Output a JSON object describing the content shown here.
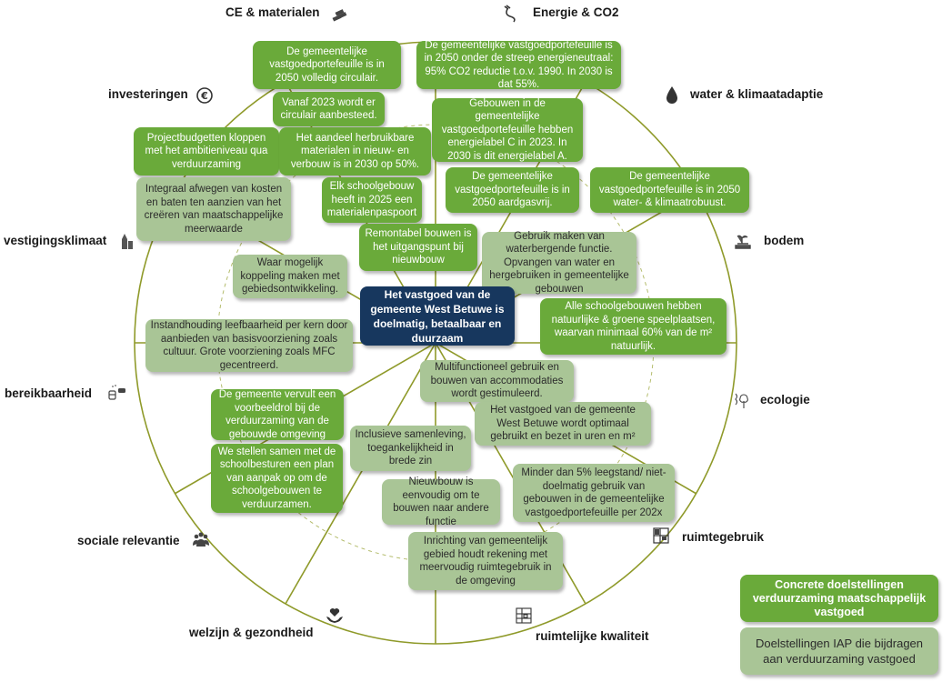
{
  "center": {
    "text": "Het vastgoed van de gemeente West Betuwe is doelmatig, betaalbaar en duurzaam"
  },
  "themes": [
    {
      "label": "CE & materialen",
      "icon": "bricks-icon"
    },
    {
      "label": "Energie & CO2",
      "icon": "plug-icon"
    },
    {
      "label": "water & klimaatadaptie",
      "icon": "water-drop-icon"
    },
    {
      "label": "bodem",
      "icon": "soil-icon"
    },
    {
      "label": "ecologie",
      "icon": "tree-icon"
    },
    {
      "label": "ruimtegebruik",
      "icon": "floorplan-icon"
    },
    {
      "label": "ruimtelijke kwaliteit",
      "icon": "grid-plan-icon"
    },
    {
      "label": "welzijn & gezondheid",
      "icon": "heart-hands-icon"
    },
    {
      "label": "sociale relevantie",
      "icon": "people-icon"
    },
    {
      "label": "bereikbaarheid",
      "icon": "bus-car-icon"
    },
    {
      "label": "vestigingsklimaat",
      "icon": "buildings-icon"
    },
    {
      "label": "investeringen",
      "icon": "euro-icon"
    }
  ],
  "goals": {
    "circulair_2050": "De gemeentelijke vastgoedportefeuille is in 2050 volledig circulair.",
    "energieneutraal": "De gemeentelijke vastgoedportefeuille is in 2050 onder de streep energieneutraal: 95% CO2 reductie t.o.v. 1990. In 2030 is dat 55%.",
    "circulair_aanbesteed": "Vanaf 2023 wordt er circulair aanbesteed.",
    "projectbudgetten": "Projectbudgetten kloppen met het ambitieniveau qua verduurzaming",
    "herbruikbare_materialen": "Het aandeel herbruikbare materialen in nieuw- en verbouw is in 2030 op 50%.",
    "energielabel": "Gebouwen in de gemeentelijke vastgoedportefeuille hebben energielabel C in 2023. In 2030 is dit energielabel A.",
    "integraal_afwegen": "Integraal afwegen van kosten en baten ten aanzien van het creëren van maatschappelijke meerwaarde",
    "materialenpaspoort": "Elk schoolgebouw heeft in 2025 een materialenpaspoort",
    "aardgasvrij": "De gemeentelijke vastgoedportefeuille is in 2050 aardgasvrij.",
    "klimaatrobuust": "De gemeentelijke vastgoedportefeuille is in 2050 water- & klimaatrobuust.",
    "remontabel": "Remontabel bouwen is het uitgangspunt bij nieuwbouw",
    "waterbergend": "Gebruik maken van waterbergende functie. Opvangen van water en hergebruiken in gemeentelijke gebouwen",
    "gebiedsontwikkeling": "Waar mogelijk koppeling maken met gebiedsontwikkeling.",
    "speelplaatsen": "Alle schoolgebouwen hebben natuurlijke & groene speelplaatsen, waarvan minimaal 60% van de m² natuurlijk.",
    "leefbaarheid": "Instandhouding leefbaarheid per kern door aanbieden van basisvoorziening zoals cultuur. Grote voorziening zoals MFC gecentreerd.",
    "multifunctioneel": "Multifunctioneel gebruik en bouwen van accommodaties wordt gestimuleerd.",
    "voorbeeldrol": "De gemeente vervult een voorbeeldrol bij de verduurzaming van de gebouwde omgeving",
    "optimaal_gebruikt": "Het vastgoed van de gemeente West Betuwe wordt optimaal gebruikt en bezet in uren en m²",
    "inclusieve": "Inclusieve samenleving, toegankelijkheid in brede zin",
    "schoolbesturen": "We stellen samen met de schoolbesturen een plan van aanpak op om de schoolgebouwen te verduurzamen.",
    "leegstand": "Minder dan 5% leegstand/ niet-doelmatig gebruik van gebouwen in de gemeentelijke vastgoedportefeuille per 202x",
    "nieuwbouw_eenvoudig": "Nieuwbouw is eenvoudig om te bouwen naar andere functie",
    "meervoudig": "Inrichting van gemeentelijk gebied houdt rekening met meervoudig ruimtegebruik in de omgeving"
  },
  "legend": {
    "concrete": "Concrete doelstellingen verduurzaming maatschappelijk vastgoed",
    "iap": "Doelstellingen IAP die bijdragen aan verduurzaming vastgoed"
  },
  "colors": {
    "concrete_goal": "#6aaa3a",
    "iap_goal": "#a9c596",
    "center": "#17375e",
    "wheel_line": "#8f9a2a"
  }
}
